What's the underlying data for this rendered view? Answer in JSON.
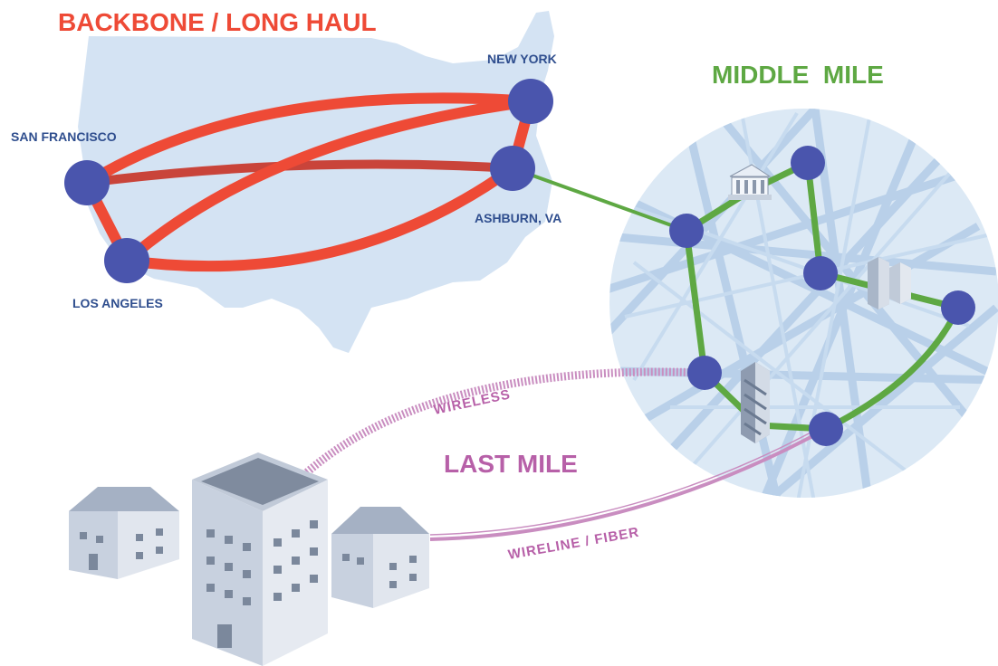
{
  "titles": {
    "backbone": "BACKBONE / LONG HAUL",
    "middle_mile": "MIDDLE  MILE",
    "last_mile": "LAST MILE"
  },
  "cities": {
    "new_york": "NEW YORK",
    "san_francisco": "SAN FRANCISCO",
    "ashburn": "ASHBURN, VA",
    "los_angeles": "LOS ANGELES"
  },
  "links": {
    "wireless": "WIRELESS",
    "wireline": "WIRELINE / FIBER"
  },
  "colors": {
    "backbone": "#ee4a36",
    "middle_mile": "#5ea843",
    "last_mile": "#b760a8",
    "node": "#4a55ad",
    "city_label": "#2f4e8e",
    "map_fill": "#d4e3f3",
    "circle_fill": "#dce9f5"
  }
}
